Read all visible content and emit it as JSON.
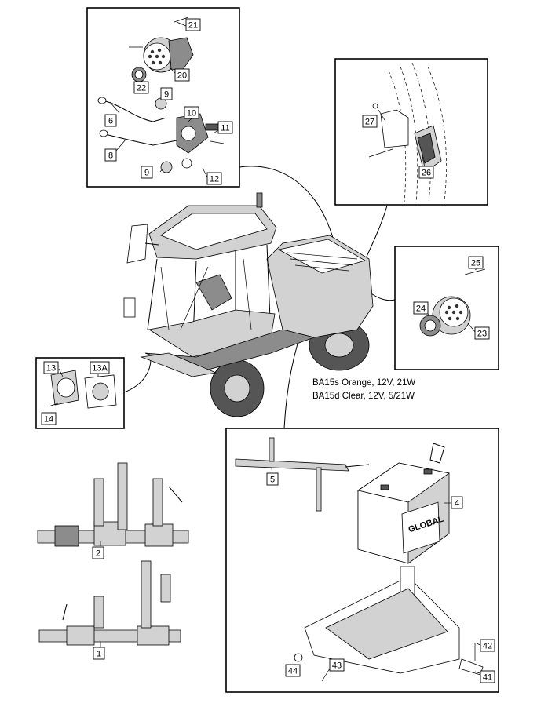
{
  "labels": {
    "p1": "1",
    "p2": "2",
    "p4": "4",
    "p5": "5",
    "p6": "6",
    "p8": "8",
    "p9a": "9",
    "p9b": "9",
    "p10": "10",
    "p11": "11",
    "p12": "12",
    "p13": "13",
    "p13a": "13A",
    "p14": "14",
    "p20": "20",
    "p21": "21",
    "p22": "22",
    "p23": "23",
    "p24": "24",
    "p25": "25",
    "p26": "26",
    "p27": "27",
    "p41": "41",
    "p42": "42",
    "p43": "43",
    "p44": "44"
  },
  "bulbs": {
    "line1": "BA15s Orange, 12V, 21W",
    "line2": "BA15d Clear, 12V, 5/21W"
  },
  "battery_brand": "GLOBAL"
}
